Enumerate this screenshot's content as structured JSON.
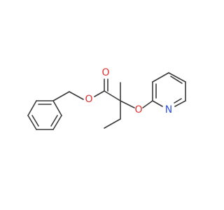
{
  "atoms": {
    "ester_carbonyl_oxygen": {
      "symbol": "O",
      "color": "#e03030"
    },
    "ester_oxygen": {
      "symbol": "O",
      "color": "#e03030"
    },
    "ether_oxygen": {
      "symbol": "O",
      "color": "#e03030"
    },
    "pyridine_nitrogen": {
      "symbol": "N",
      "color": "#3050e0"
    }
  },
  "bond_color": "#3a3a3a"
}
